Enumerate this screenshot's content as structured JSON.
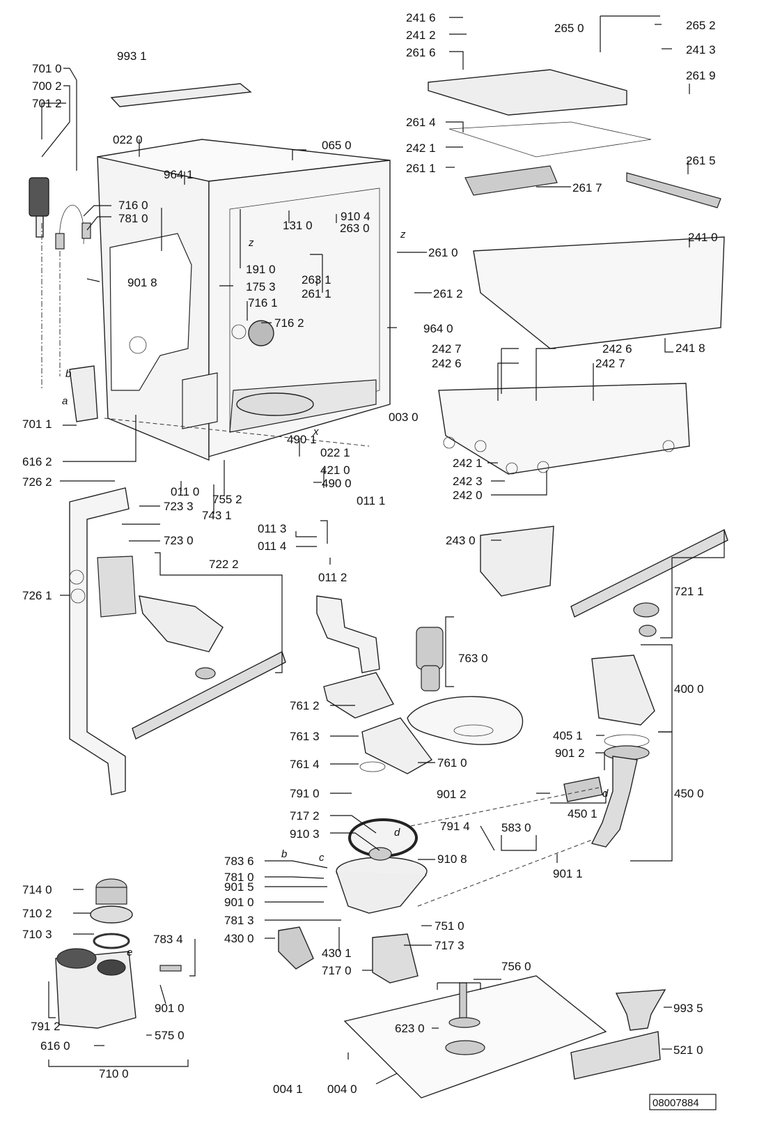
{
  "drawing_number": "08007884",
  "callouts": [
    {
      "id": "c1",
      "text": "241 6"
    },
    {
      "id": "c2",
      "text": "241 2"
    },
    {
      "id": "c3",
      "text": "261 6"
    },
    {
      "id": "c4",
      "text": "265 0"
    },
    {
      "id": "c5",
      "text": "265 2"
    },
    {
      "id": "c6",
      "text": "241 3"
    },
    {
      "id": "c7",
      "text": "261 9"
    },
    {
      "id": "c8",
      "text": "261 4"
    },
    {
      "id": "c9",
      "text": "242 1"
    },
    {
      "id": "c10",
      "text": "261 1"
    },
    {
      "id": "c11",
      "text": "261 5"
    },
    {
      "id": "c12",
      "text": "261 7"
    },
    {
      "id": "c13",
      "text": "261 0"
    },
    {
      "id": "c14",
      "text": "261 2"
    },
    {
      "id": "c15",
      "text": "241 0"
    },
    {
      "id": "c16",
      "text": "241 8"
    },
    {
      "id": "c17",
      "text": "242 7"
    },
    {
      "id": "c18",
      "text": "242 6"
    },
    {
      "id": "c19",
      "text": "242 6"
    },
    {
      "id": "c20",
      "text": "242 7"
    },
    {
      "id": "c21",
      "text": "242 1"
    },
    {
      "id": "c22",
      "text": "242 3"
    },
    {
      "id": "c23",
      "text": "242 0"
    },
    {
      "id": "c24",
      "text": "243 0"
    },
    {
      "id": "c25",
      "text": "721 1"
    },
    {
      "id": "c26",
      "text": "400 0"
    },
    {
      "id": "c27",
      "text": "405 1"
    },
    {
      "id": "c28",
      "text": "901 2"
    },
    {
      "id": "c29",
      "text": "450 0"
    },
    {
      "id": "c30",
      "text": "901 2"
    },
    {
      "id": "c31",
      "text": "450 1"
    },
    {
      "id": "c32",
      "text": "791 4"
    },
    {
      "id": "c33",
      "text": "583 0"
    },
    {
      "id": "c34",
      "text": "901 1"
    },
    {
      "id": "c35",
      "text": "763 0"
    },
    {
      "id": "c36",
      "text": "761 0"
    },
    {
      "id": "c37",
      "text": "993 5"
    },
    {
      "id": "c38",
      "text": "521 0"
    },
    {
      "id": "c39",
      "text": "756 0"
    },
    {
      "id": "c40",
      "text": "623 0"
    },
    {
      "id": "c41",
      "text": "004 1"
    },
    {
      "id": "c42",
      "text": "004 0"
    },
    {
      "id": "c43",
      "text": "701 0"
    },
    {
      "id": "c44",
      "text": "700 2"
    },
    {
      "id": "c45",
      "text": "701 2"
    },
    {
      "id": "c46",
      "text": "993 1"
    },
    {
      "id": "c47",
      "text": "022 0"
    },
    {
      "id": "c48",
      "text": "065 0"
    },
    {
      "id": "c49",
      "text": "964 1"
    },
    {
      "id": "c50",
      "text": "716 0"
    },
    {
      "id": "c51",
      "text": "781 0"
    },
    {
      "id": "c52",
      "text": "910 4"
    },
    {
      "id": "c53",
      "text": "131 0"
    },
    {
      "id": "c54",
      "text": "263 0"
    },
    {
      "id": "c55",
      "text": "191 0"
    },
    {
      "id": "c56",
      "text": "175 3"
    },
    {
      "id": "c57",
      "text": "263 1"
    },
    {
      "id": "c58",
      "text": "261 1"
    },
    {
      "id": "c59",
      "text": "901 8"
    },
    {
      "id": "c60",
      "text": "716 1"
    },
    {
      "id": "c61",
      "text": "716 2"
    },
    {
      "id": "c62",
      "text": "964 0"
    },
    {
      "id": "c63",
      "text": "701 1"
    },
    {
      "id": "c64",
      "text": "003 0"
    },
    {
      "id": "c65",
      "text": "490 1"
    },
    {
      "id": "c66",
      "text": "022 1"
    },
    {
      "id": "c67",
      "text": "421 0"
    },
    {
      "id": "c68",
      "text": "616 2"
    },
    {
      "id": "c69",
      "text": "490 0"
    },
    {
      "id": "c70",
      "text": "726 2"
    },
    {
      "id": "c71",
      "text": "011 0"
    },
    {
      "id": "c72",
      "text": "755 2"
    },
    {
      "id": "c73",
      "text": "743 1"
    },
    {
      "id": "c74",
      "text": "011 1"
    },
    {
      "id": "c75",
      "text": "723 3"
    },
    {
      "id": "c76",
      "text": "723 0"
    },
    {
      "id": "c77",
      "text": "011 3"
    },
    {
      "id": "c78",
      "text": "011 4"
    },
    {
      "id": "c79",
      "text": "011 2"
    },
    {
      "id": "c80",
      "text": "722 2"
    },
    {
      "id": "c81",
      "text": "726 1"
    },
    {
      "id": "c82",
      "text": "761 2"
    },
    {
      "id": "c83",
      "text": "761 3"
    },
    {
      "id": "c84",
      "text": "761 4"
    },
    {
      "id": "c85",
      "text": "791 0"
    },
    {
      "id": "c86",
      "text": "717 2"
    },
    {
      "id": "c87",
      "text": "910 3"
    },
    {
      "id": "c88",
      "text": "910 8"
    },
    {
      "id": "c89",
      "text": "783 6"
    },
    {
      "id": "c90",
      "text": "781 0"
    },
    {
      "id": "c91",
      "text": "901 5"
    },
    {
      "id": "c92",
      "text": "901 0"
    },
    {
      "id": "c93",
      "text": "781 3"
    },
    {
      "id": "c94",
      "text": "430 0"
    },
    {
      "id": "c95",
      "text": "430 1"
    },
    {
      "id": "c96",
      "text": "751 0"
    },
    {
      "id": "c97",
      "text": "717 3"
    },
    {
      "id": "c98",
      "text": "717 0"
    },
    {
      "id": "c99",
      "text": "714 0"
    },
    {
      "id": "c100",
      "text": "710 2"
    },
    {
      "id": "c101",
      "text": "710 3"
    },
    {
      "id": "c102",
      "text": "783 4"
    },
    {
      "id": "c103",
      "text": "901 0"
    },
    {
      "id": "c104",
      "text": "791 2"
    },
    {
      "id": "c105",
      "text": "616 0"
    },
    {
      "id": "c106",
      "text": "575 0"
    },
    {
      "id": "c107",
      "text": "710 0"
    }
  ],
  "marks": [
    {
      "id": "m1",
      "text": "z"
    },
    {
      "id": "m2",
      "text": "z"
    },
    {
      "id": "m3",
      "text": "x"
    },
    {
      "id": "m4",
      "text": "b"
    },
    {
      "id": "m5",
      "text": "a"
    },
    {
      "id": "m6",
      "text": "d"
    },
    {
      "id": "m7",
      "text": "d"
    },
    {
      "id": "m8",
      "text": "b"
    },
    {
      "id": "m9",
      "text": "c"
    },
    {
      "id": "m10",
      "text": "e"
    }
  ]
}
